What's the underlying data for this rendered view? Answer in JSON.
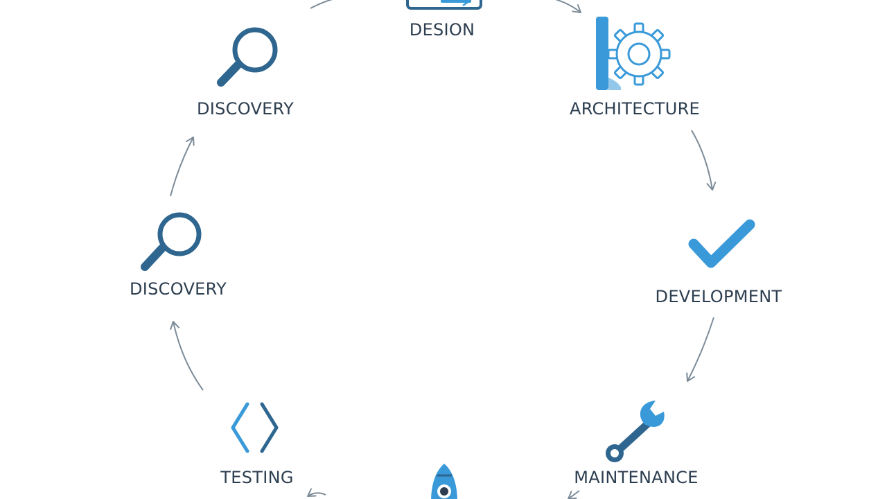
{
  "diagram": {
    "stages": [
      {
        "key": "design",
        "label": "DESION",
        "icon": "monitor-icon"
      },
      {
        "key": "architecture",
        "label": "ARCHITECTURE",
        "icon": "blueprint-gear-icon"
      },
      {
        "key": "development",
        "label": "DEVELOPMENT",
        "icon": "checkmark-icon"
      },
      {
        "key": "maintenance",
        "label": "MAINTENANCE",
        "icon": "wrench-icon"
      },
      {
        "key": "deployment",
        "label": "",
        "icon": "rocket-icon"
      },
      {
        "key": "testing",
        "label": "TESTING",
        "icon": "code-brackets-icon"
      },
      {
        "key": "discovery-lower",
        "label": "DISCOVERY",
        "icon": "magnifier-icon"
      },
      {
        "key": "discovery-upper",
        "label": "DISCOVERY",
        "icon": "magnifier-icon"
      }
    ],
    "colors": {
      "label_text": "#2d3e50",
      "icon_dark": "#2f6690",
      "icon_light": "#3a9ad9",
      "arrow": "#7c8b98"
    }
  }
}
